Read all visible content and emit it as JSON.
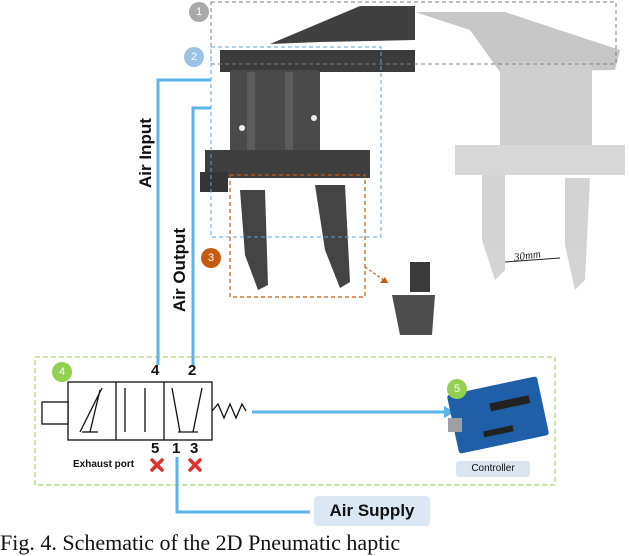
{
  "badges": [
    {
      "number": "1",
      "color": "#a9a9a9"
    },
    {
      "number": "2",
      "color": "#9cc3e6"
    },
    {
      "number": "3",
      "color": "#c55a11"
    },
    {
      "number": "4",
      "color": "#92d050"
    },
    {
      "number": "5",
      "color": "#92d050"
    }
  ],
  "labels": {
    "air_input": "Air Input",
    "air_output": "Air Output",
    "air_supply": "Air Supply",
    "controller": "Controller",
    "exhaust_port": "Exhaust port",
    "dimension": "30mm"
  },
  "ports": {
    "p4": "4",
    "p2": "2",
    "p5": "5",
    "p1": "1",
    "p3": "3"
  },
  "caption": "Fig. 4.  Schematic of the 2D Pneumatic haptic",
  "colors": {
    "air_line": "#5bb5e6",
    "gripper_dark": "#4a4a4a",
    "gripper_light": "#b5b5b5",
    "box1": "#7f7f7f",
    "box2": "#5aa6df",
    "box3": "#c55a11",
    "box4": "#92d050",
    "exhaust_x": "#e0302c"
  }
}
